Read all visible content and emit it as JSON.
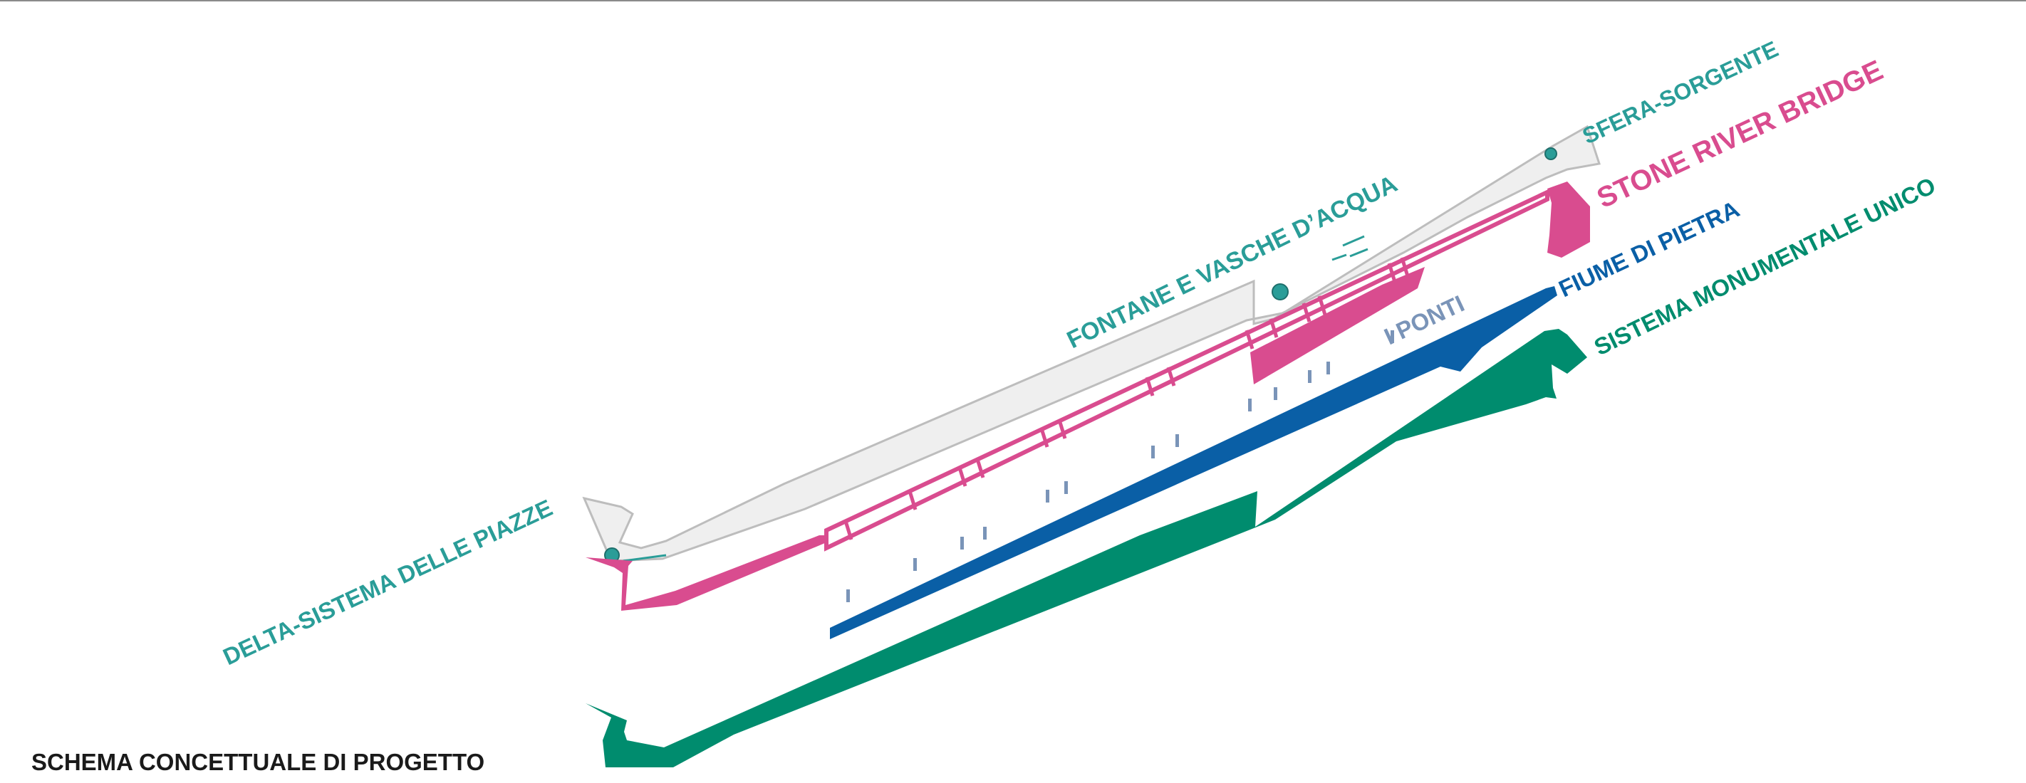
{
  "title": "SCHEMA CONCETTUALE DI PROGETTO",
  "colors": {
    "teal": "#2A9D98",
    "magenta": "#D94C8F",
    "blue": "#0A5FA6",
    "green": "#008C6E",
    "slate": "#7A94B8",
    "grey_fill": "#EFEFEF",
    "grey_stroke": "#BDBDBD"
  },
  "labels": {
    "delta": "DELTA-SISTEMA DELLE PIAZZE",
    "fontane": "FONTANE E VASCHE D’ACQUA",
    "sfera": "SFERA-SORGENTE",
    "stone_bridge": "STONE RIVER BRIDGE",
    "fiume": "FIUME DI PIETRA",
    "ponti": "I PONTI",
    "sistema": "SISTEMA MONUMENTALE UNICO"
  }
}
